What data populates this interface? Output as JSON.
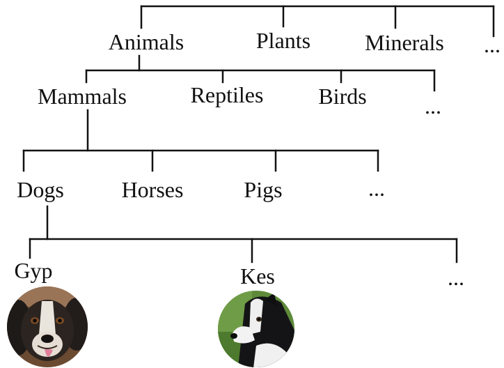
{
  "tree": {
    "root_branches": [
      {
        "label": "Animals"
      },
      {
        "label": "Plants"
      },
      {
        "label": "Minerals"
      },
      {
        "label": "..."
      }
    ],
    "animal_branches": [
      {
        "label": "Mammals"
      },
      {
        "label": "Reptiles"
      },
      {
        "label": "Birds"
      },
      {
        "label": "..."
      }
    ],
    "mammal_branches": [
      {
        "label": "Dogs"
      },
      {
        "label": "Horses"
      },
      {
        "label": "Pigs"
      },
      {
        "label": "..."
      }
    ],
    "dog_branches": [
      {
        "label": "Gyp",
        "photo": "gyp-dog-photo"
      },
      {
        "label": "Kes",
        "photo": "kes-dog-photo"
      },
      {
        "label": "..."
      }
    ]
  },
  "colors": {
    "line": "#111111",
    "text": "#111111"
  }
}
